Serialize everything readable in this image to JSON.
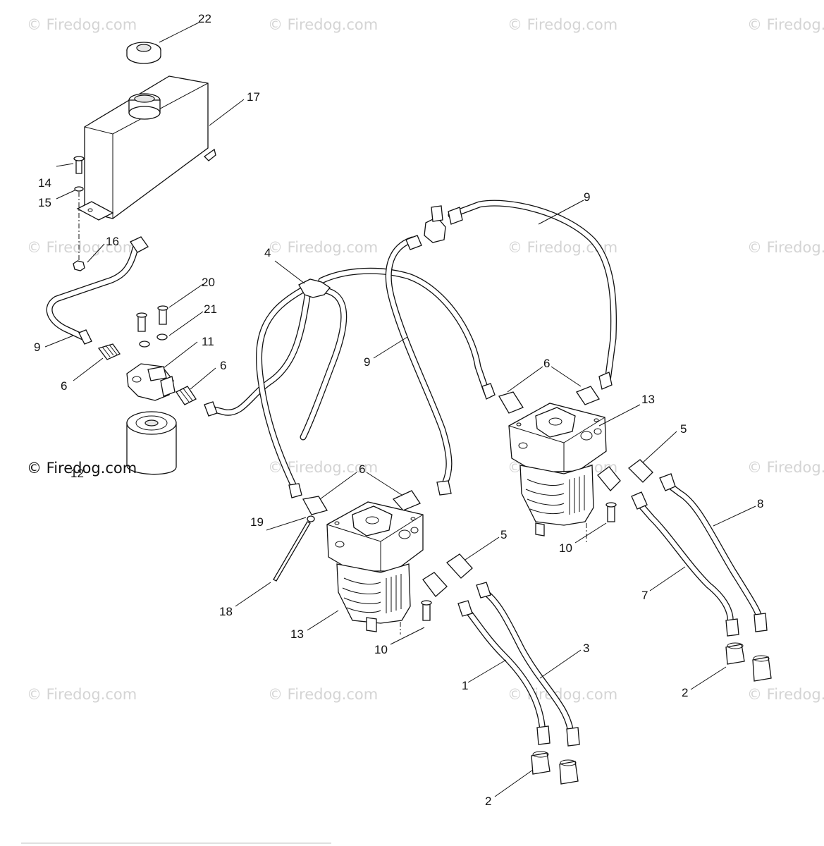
{
  "watermark": {
    "text": "© Firedog.com",
    "overlay_text": "© Firedog.com"
  },
  "callouts": [
    {
      "id": "c22",
      "label": "22"
    },
    {
      "id": "c17",
      "label": "17"
    },
    {
      "id": "c14",
      "label": "14"
    },
    {
      "id": "c15",
      "label": "15"
    },
    {
      "id": "c16",
      "label": "16"
    },
    {
      "id": "c9a",
      "label": "9"
    },
    {
      "id": "c6a",
      "label": "6"
    },
    {
      "id": "c20",
      "label": "20"
    },
    {
      "id": "c21",
      "label": "21"
    },
    {
      "id": "c11",
      "label": "11"
    },
    {
      "id": "c6b",
      "label": "6"
    },
    {
      "id": "c12",
      "label": "12"
    },
    {
      "id": "c4",
      "label": "4"
    },
    {
      "id": "c9b",
      "label": "9"
    },
    {
      "id": "c9c",
      "label": "9"
    },
    {
      "id": "c6c",
      "label": "6"
    },
    {
      "id": "c13a",
      "label": "13"
    },
    {
      "id": "c5a",
      "label": "5"
    },
    {
      "id": "c6d",
      "label": "6"
    },
    {
      "id": "c19",
      "label": "19"
    },
    {
      "id": "c5b",
      "label": "5"
    },
    {
      "id": "c8",
      "label": "8"
    },
    {
      "id": "c10a",
      "label": "10"
    },
    {
      "id": "c7",
      "label": "7"
    },
    {
      "id": "c18",
      "label": "18"
    },
    {
      "id": "c13b",
      "label": "13"
    },
    {
      "id": "c10b",
      "label": "10"
    },
    {
      "id": "c3",
      "label": "3"
    },
    {
      "id": "c1",
      "label": "1"
    },
    {
      "id": "c2a",
      "label": "2"
    },
    {
      "id": "c2b",
      "label": "2"
    }
  ]
}
